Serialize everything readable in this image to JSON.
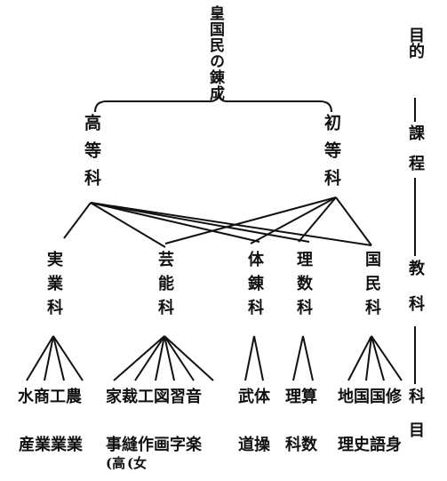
{
  "goal": "皇国民の錬成",
  "side_labels": {
    "goal": "目的",
    "course": "課程",
    "subject_group": "教科",
    "subject": "科目"
  },
  "courses": {
    "higher": "高等科",
    "elementary": "初等科"
  },
  "subject_groups": {
    "practical": "実業科",
    "arts": "芸能科",
    "physical": "体錬科",
    "science": "理数科",
    "national": "国民科"
  },
  "subjects": {
    "practical": "水商工農",
    "arts": "家裁工図習音",
    "physical": "武体",
    "science": "理算",
    "national": "地国国修"
  },
  "subjects_bottom": {
    "practical": [
      "産",
      "業",
      "業",
      "業"
    ],
    "arts": [
      "事",
      "縫",
      "作",
      "画",
      "字",
      "楽"
    ],
    "physical": [
      "道",
      "操"
    ],
    "science": [
      "科",
      "数"
    ],
    "national": [
      "理",
      "史",
      "語",
      "身"
    ]
  },
  "notes": {
    "higher_only": "(高",
    "female_only": "(女"
  }
}
